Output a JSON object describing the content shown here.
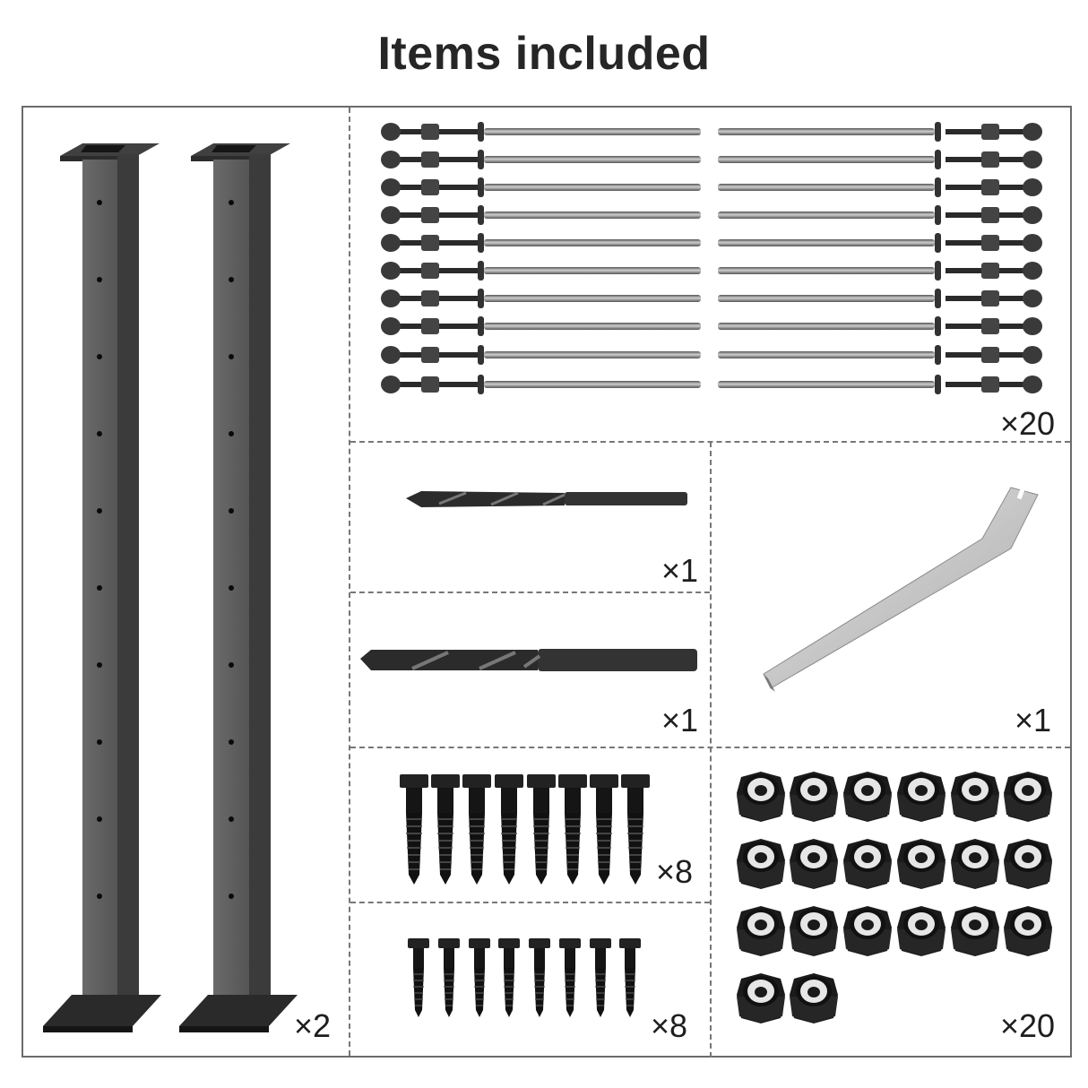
{
  "title": "Items included",
  "items": [
    {
      "name": "Black square post with top and base plates",
      "quantity_label": "×2",
      "quantity": 2
    },
    {
      "name": "Cable tensioner threaded terminal with acorn nut and hex nut",
      "quantity_label": "×20",
      "quantity": 20
    },
    {
      "name": "Drill bit (small)",
      "quantity_label": "×1",
      "quantity": 1
    },
    {
      "name": "Drill bit (large)",
      "quantity_label": "×1",
      "quantity": 1
    },
    {
      "name": "Bent tension wrench tool",
      "quantity_label": "×1",
      "quantity": 1
    },
    {
      "name": "Lag screws (large)",
      "quantity_label": "×8",
      "quantity": 8
    },
    {
      "name": "Lag screws (small)",
      "quantity_label": "×8",
      "quantity": 8
    },
    {
      "name": "Nylon lock nuts",
      "quantity_label": "×20",
      "quantity": 20
    }
  ],
  "colors": {
    "text": "#262626",
    "border": "#6b6b6b",
    "post_front": "#5e5e5e",
    "post_side": "#3c3c3c",
    "steel": "#8a8a8a",
    "black_metal": "#1c1c1c",
    "wrench": "#c8c8c8"
  }
}
